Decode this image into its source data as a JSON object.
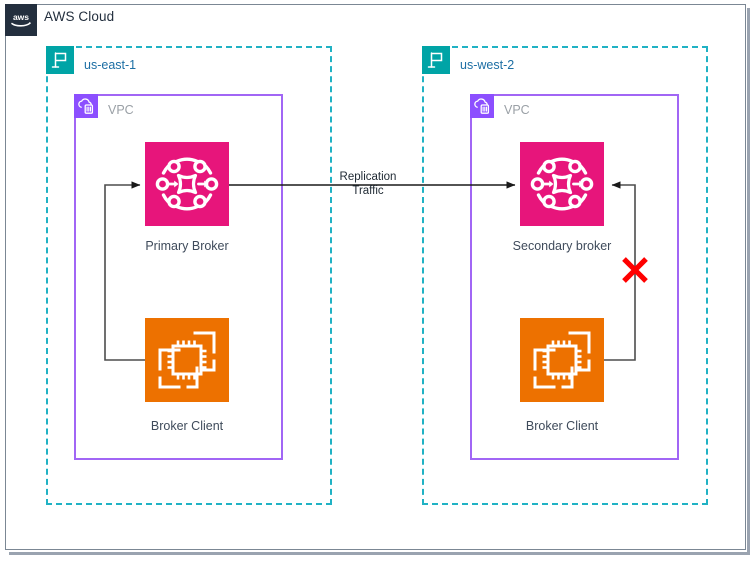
{
  "cloud": {
    "title": "AWS Cloud",
    "logo_icon": "aws-logo-icon",
    "border_color": "#7b8794"
  },
  "regions": [
    {
      "id": "us-east-1",
      "label": "us-east-1",
      "icon": "region-flag-icon",
      "border_color": "#20b2c4",
      "icon_color": "#00a4a6",
      "vpc": {
        "label": "VPC",
        "icon": "vpc-cloud-icon",
        "border_color": "#a166f5",
        "icon_color": "#8c4fff"
      },
      "nodes": [
        {
          "id": "primary-broker",
          "label": "Primary Broker",
          "icon": "amazon-mq-broker-icon",
          "color": "#e7157b"
        },
        {
          "id": "broker-client-east",
          "label": "Broker Client",
          "icon": "ec2-instances-icon",
          "color": "#ed7100"
        }
      ]
    },
    {
      "id": "us-west-2",
      "label": "us-west-2",
      "icon": "region-flag-icon",
      "border_color": "#20b2c4",
      "icon_color": "#00a4a6",
      "vpc": {
        "label": "VPC",
        "icon": "vpc-cloud-icon",
        "border_color": "#a166f5",
        "icon_color": "#8c4fff"
      },
      "nodes": [
        {
          "id": "secondary-broker",
          "label": "Secondary broker",
          "icon": "amazon-mq-broker-icon",
          "color": "#e7157b"
        },
        {
          "id": "broker-client-west",
          "label": "Broker Client",
          "icon": "ec2-instances-icon",
          "color": "#ed7100"
        }
      ]
    }
  ],
  "connections": {
    "replication": {
      "label_line1": "Replication",
      "label_line2": "Traffic",
      "color": "#000000"
    },
    "blocked_marker": {
      "name": "blocked-connection-x",
      "color": "#ff0000"
    }
  }
}
